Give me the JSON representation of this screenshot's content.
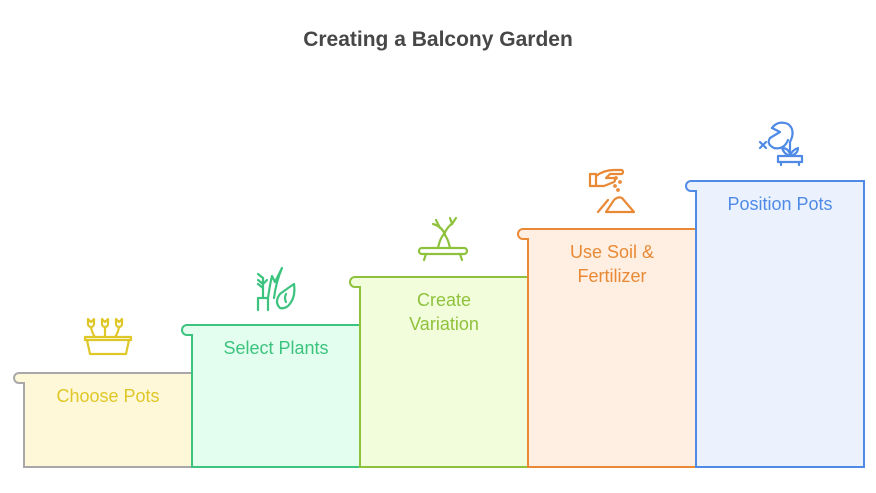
{
  "title": "Creating a Balcony Garden",
  "steps": [
    {
      "label": "Choose Pots",
      "icon": "flower-pot-icon",
      "stroke": "#a8a8a8",
      "fill": "#fef8d9",
      "text_color": "#e0c728",
      "icon_color": "#e0c728"
    },
    {
      "label": "Select Plants",
      "icon": "plants-icon",
      "stroke": "#3cc47f",
      "fill": "#e3fdee",
      "text_color": "#3cc47f",
      "icon_color": "#3cc47f"
    },
    {
      "label": "Create Variation",
      "icon": "bonsai-icon",
      "stroke": "#8fc23c",
      "fill": "#f2fddc",
      "text_color": "#8fc23c",
      "icon_color": "#8fc23c"
    },
    {
      "label": "Use Soil & Fertilizer",
      "icon": "sprinkle-soil-icon",
      "stroke": "#e98935",
      "fill": "#feefe2",
      "text_color": "#e98935",
      "icon_color": "#e98935"
    },
    {
      "label": "Position Pots",
      "icon": "arranged-plant-icon",
      "stroke": "#4f8be6",
      "fill": "#ebf2fe",
      "text_color": "#4f8be6",
      "icon_color": "#4f8be6"
    }
  ]
}
